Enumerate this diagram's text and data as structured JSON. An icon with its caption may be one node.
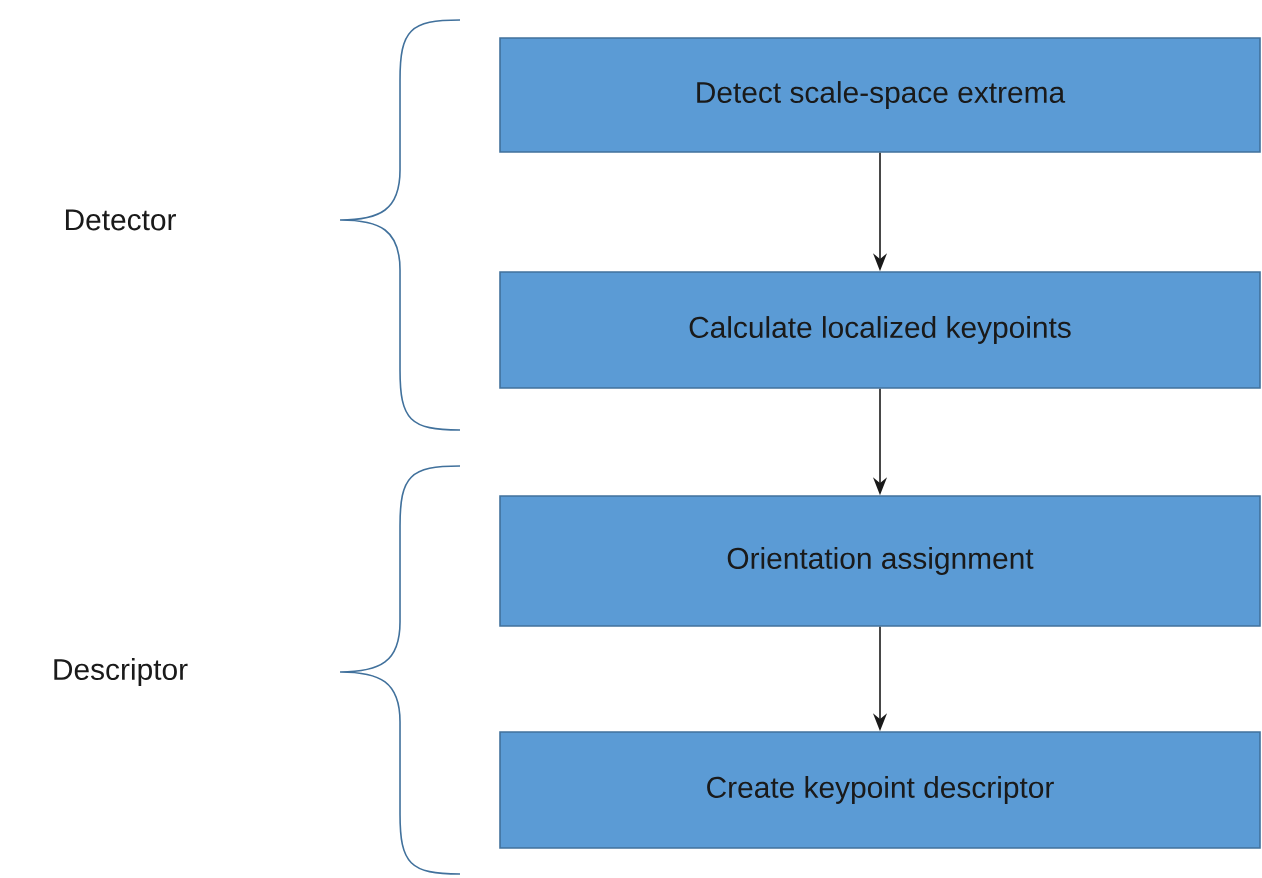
{
  "diagram": {
    "nodes": [
      {
        "text": [
          "Detect scale-space extrema"
        ]
      },
      {
        "text": [
          "Calculate localized keypoints"
        ]
      },
      {
        "text": [
          "Orientation assignment"
        ]
      },
      {
        "text": [
          "Create keypoint descriptor"
        ]
      }
    ],
    "edges": [
      {
        "from": 0,
        "to": 1,
        "arrow": "to"
      },
      {
        "from": 1,
        "to": 2,
        "arrow": "to"
      },
      {
        "from": 2,
        "to": 3,
        "arrow": "to"
      }
    ],
    "labels": [
      "Detector",
      "Descriptor"
    ]
  }
}
